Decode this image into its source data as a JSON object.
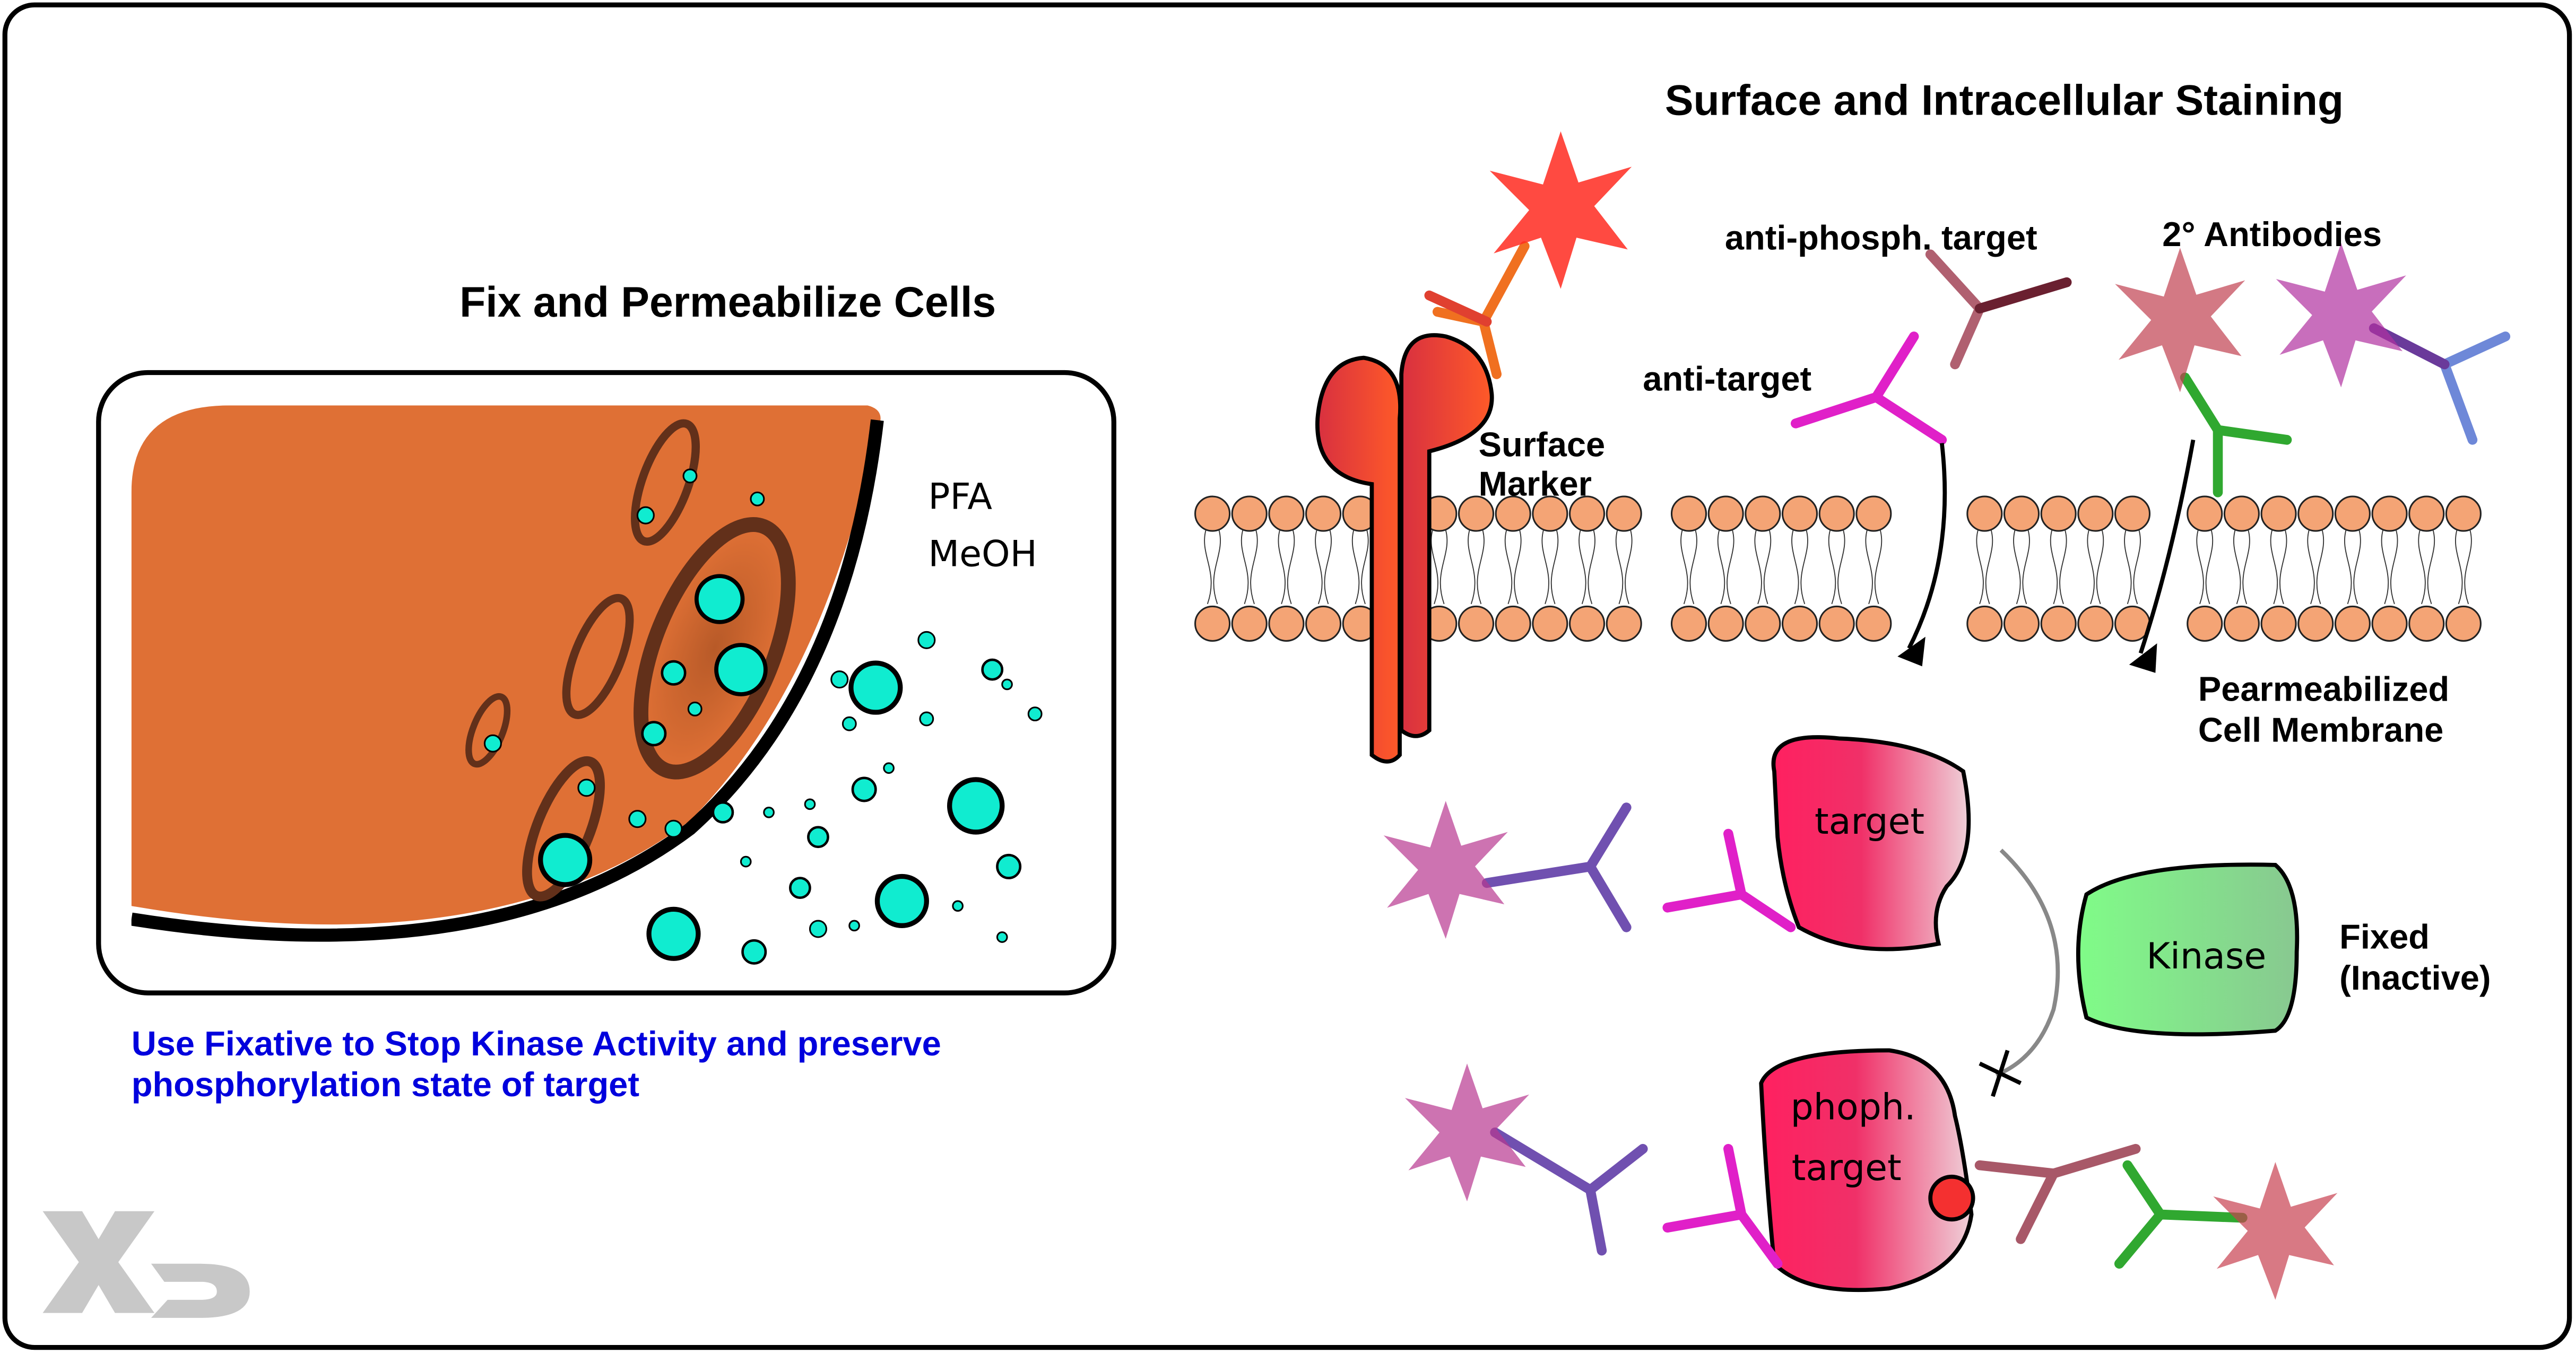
{
  "left_panel": {
    "title": "Fix and Permeabilize Cells",
    "reagents": [
      "PFA",
      "MeOH"
    ],
    "caption_line1": "Use Fixative to Stop Kinase Activity and preserve",
    "caption_line2": "phosphorylation state of target",
    "caption_color": "#0000dd"
  },
  "right_panel": {
    "title": "Surface and Intracellular Staining",
    "labels": {
      "anti_phosph": "anti-phosph. target",
      "secondary": "2° Antibodies",
      "anti_target": "anti-target",
      "surface_marker_1": "Surface",
      "surface_marker_2": "Marker",
      "membrane_1": "Pearmeabilized",
      "membrane_2": "Cell Membrane",
      "fixed_1": "Fixed",
      "fixed_2": "(Inactive)"
    },
    "proteins": {
      "target": "target",
      "kinase": "Kinase",
      "phospho_1": "phoph.",
      "phospho_2": "target"
    }
  },
  "colors": {
    "cell": "#df7035",
    "vesicle": "#10ecd0",
    "lipid": "#f4a475",
    "receptor": "#f45430",
    "target": "#ff2060",
    "kinase": "#80f088",
    "magenta_ab": "#e020c8",
    "purple_ab": "#7040a0",
    "green_ab": "#30a830",
    "maroon_ab": "#8a3040"
  },
  "logo": "XD"
}
